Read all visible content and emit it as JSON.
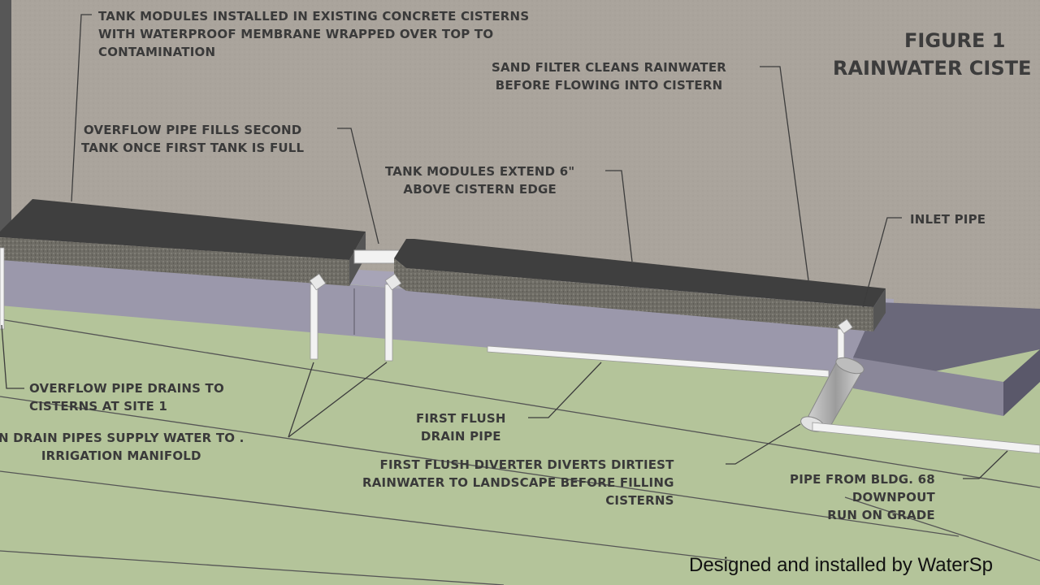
{
  "figure": {
    "number": "FIGURE 1",
    "title": "RAINWATER CISTE"
  },
  "labels": {
    "tank_modules_installed": [
      "TANK MODULES INSTALLED IN EXISTING CONCRETE CISTERNS",
      "WITH WATERPROOF MEMBRANE WRAPPED OVER TOP TO",
      "CONTAMINATION"
    ],
    "sand_filter": [
      "SAND FILTER CLEANS RAINWATER",
      "BEFORE FLOWING INTO CISTERN"
    ],
    "overflow_fills": [
      "OVERFLOW PIPE FILLS SECOND",
      "TANK ONCE FIRST TANK IS FULL"
    ],
    "tank_extend": [
      "TANK MODULES EXTEND 6\"",
      "ABOVE CISTERN EDGE"
    ],
    "inlet_pipe": "INLET PIPE",
    "overflow_drains": [
      "OVERFLOW PIPE DRAINS TO",
      "CISTERNS AT SITE 1"
    ],
    "drain_pipes_supply": [
      "N DRAIN PIPES SUPPLY WATER TO .",
      "IRRIGATION MANIFOLD"
    ],
    "first_flush_drain": [
      "FIRST FLUSH",
      "DRAIN PIPE"
    ],
    "first_flush_diverter": [
      "FIRST FLUSH DIVERTER DIVERTS DIRTIEST",
      "RAINWATER TO LANDSCAPE BEFORE FILLING",
      "CISTERNS"
    ],
    "pipe_from_bldg": [
      "PIPE FROM BLDG. 68",
      "DOWNPOUT",
      "RUN ON GRADE"
    ]
  },
  "credit": "Designed and installed by WaterSp",
  "colors": {
    "wall": "#aaa49c",
    "ground": "#b4c49a",
    "cistern_side": "#9b98ab",
    "cistern_top": "#a7a4b7",
    "tank_top": "#3f3f3f",
    "tank_side": "#7d7b74",
    "pipe": "#f2f2f2",
    "leader_line": "#3c3c3c"
  }
}
